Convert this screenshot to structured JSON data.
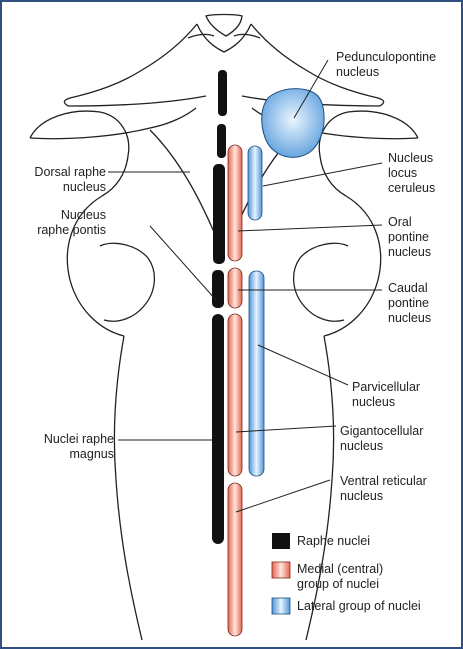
{
  "labels": {
    "pedunculopontine": "Pedunculopontine\nnucleus",
    "dorsal_raphe": "Dorsal raphe\nnucleus",
    "nucleus_raphe_pontis": "Nucleus\nraphe pontis",
    "nucleus_locus_ceruleus": "Nucleus\nlocus\nceruleus",
    "oral_pontine": "Oral\npontine\nnucleus",
    "caudal_pontine": "Caudal\npontine\nnucleus",
    "parvicellular": "Parvicellular\nnucleus",
    "gigantocellular": "Gigantocellular\nnucleus",
    "nuclei_raphe_magnus": "Nuclei raphe\nmagnus",
    "ventral_reticular": "Ventral reticular\nnucleus"
  },
  "legend": {
    "raphe": "Raphe nuclei",
    "medial": "Medial (central)\ngroup of nuclei",
    "lateral": "Lateral group of nuclei"
  },
  "colors": {
    "raphe": "#111111",
    "medial": "#f08a78",
    "lateral": "#7bb6e6",
    "border": "#2f4f7f"
  }
}
